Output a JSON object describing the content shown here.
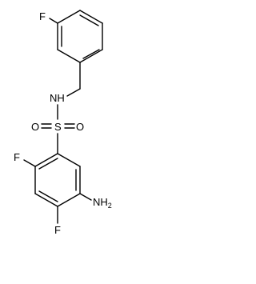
{
  "molecule": {
    "atoms": {
      "f_top": "F",
      "nh": "NH",
      "s": "S",
      "o_left": "O",
      "o_right": "O",
      "f_left": "F",
      "f_bottom": "F",
      "amino_main": "NH",
      "amino_sub": "2"
    }
  }
}
